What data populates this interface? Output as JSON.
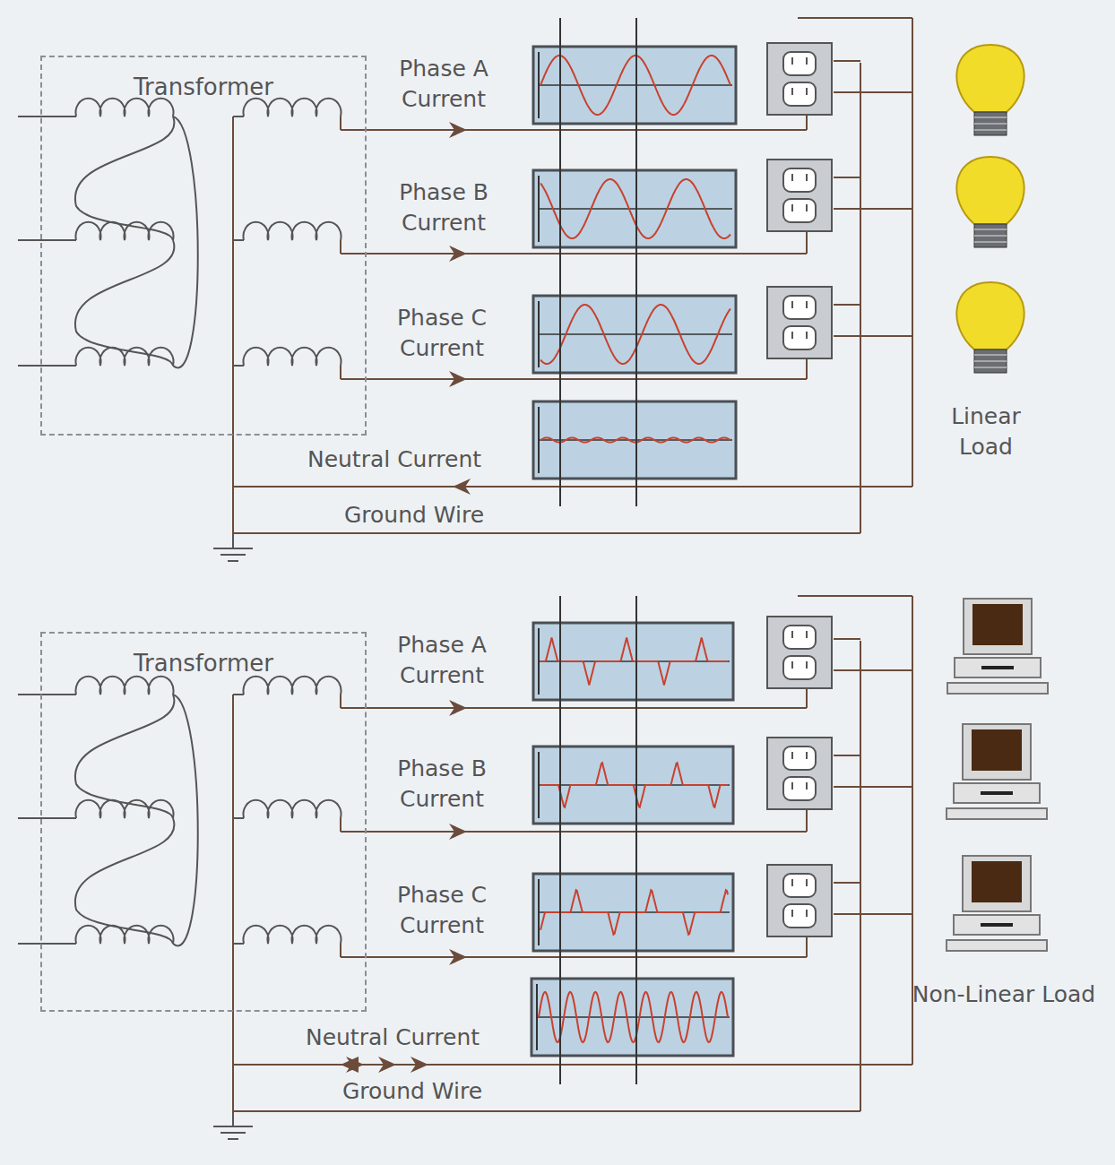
{
  "diagram": {
    "nodes": [
      {
        "text": [
          "Transformer"
        ]
      },
      {
        "text": [
          "Transformer"
        ]
      }
    ],
    "labels": [
      "Phase A Current",
      "Phase B Current",
      "Phase C Current",
      "Neutral Current",
      "Ground Wire",
      "Linear Load",
      "Phase A Current",
      "Phase B Current",
      "Phase C Current",
      "Neutral Current",
      "Ground Wire",
      "Non-Linear Load"
    ]
  }
}
